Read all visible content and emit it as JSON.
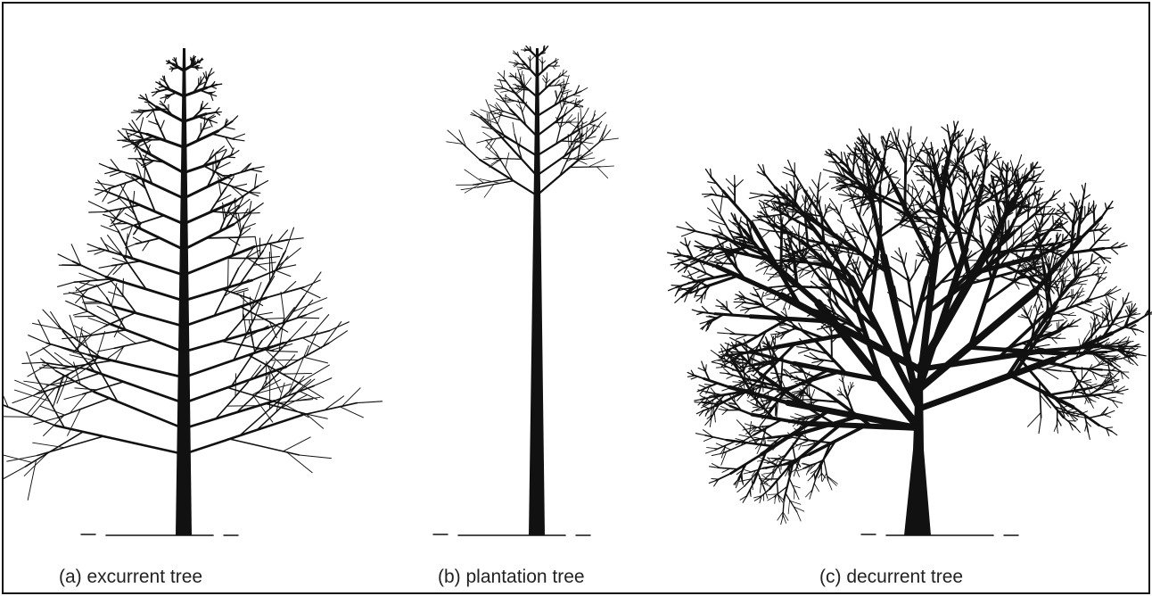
{
  "figure": {
    "panels": [
      {
        "id": "a",
        "caption": "(a) excurrent tree"
      },
      {
        "id": "b",
        "caption": "(b) plantation tree"
      },
      {
        "id": "c",
        "caption": "(c) decurrent tree"
      }
    ],
    "colors": {
      "ink": "#111111",
      "caption": "#222222",
      "background": "#ffffff"
    }
  }
}
